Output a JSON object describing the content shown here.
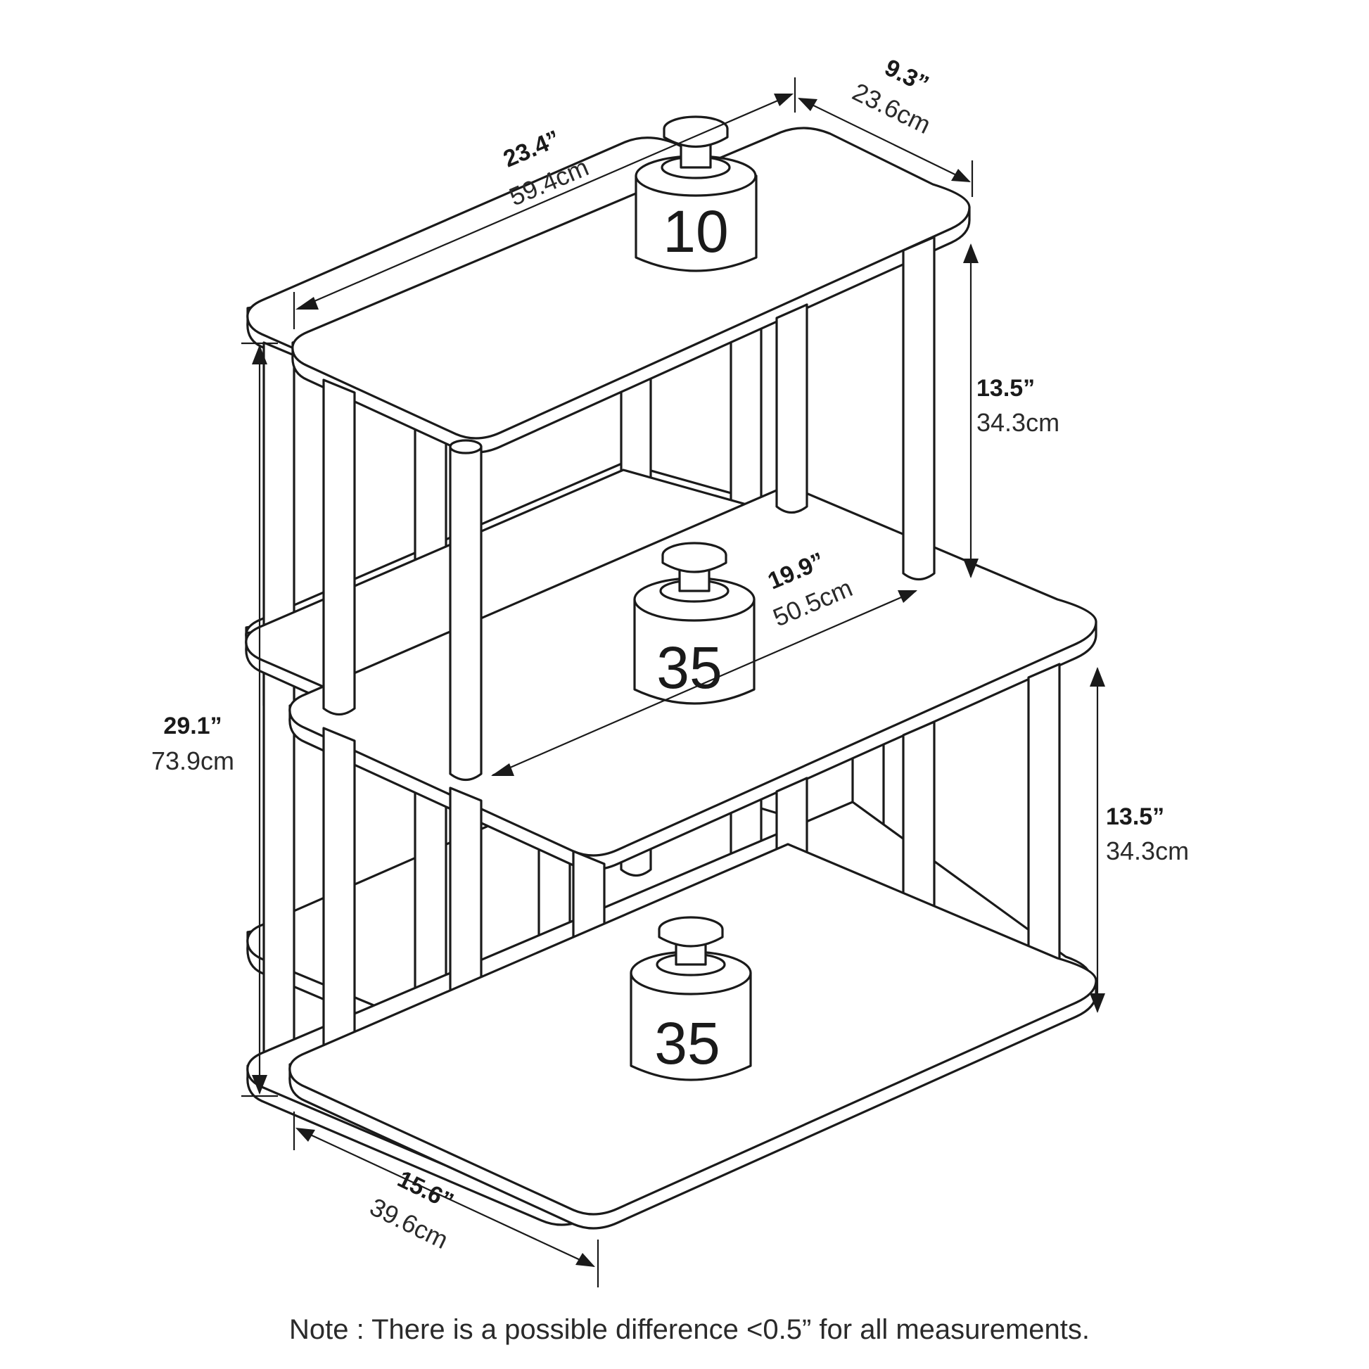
{
  "dimensions": {
    "total_height": {
      "inches": "29.1”",
      "cm": "73.9cm"
    },
    "top_width": {
      "inches": "23.4”",
      "cm": "59.4cm"
    },
    "top_depth": {
      "inches": "9.3”",
      "cm": "23.6cm"
    },
    "upper_tier_height": {
      "inches": "13.5”",
      "cm": "34.3cm"
    },
    "middle_width": {
      "inches": "19.9”",
      "cm": "50.5cm"
    },
    "lower_tier_height": {
      "inches": "13.5”",
      "cm": "34.3cm"
    },
    "bottom_depth": {
      "inches": "15.6”",
      "cm": "39.6cm"
    }
  },
  "weights": {
    "top": "10",
    "middle": "35",
    "bottom": "35"
  },
  "note": "Note : There is a possible difference <0.5” for all measurements."
}
